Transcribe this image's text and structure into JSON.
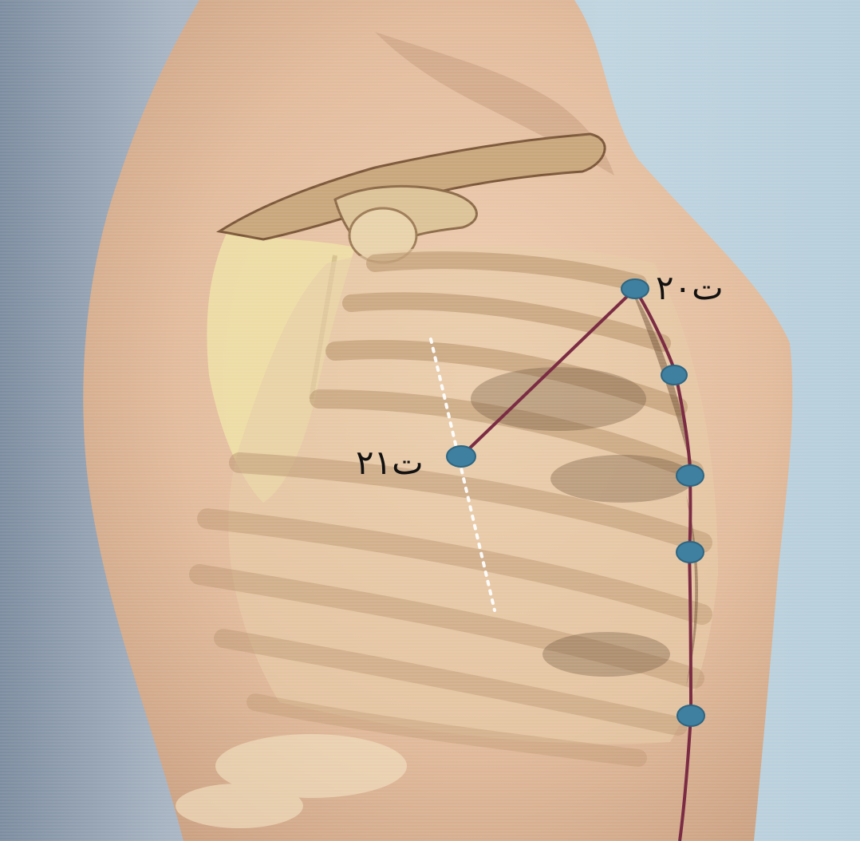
{
  "figure": {
    "subject": "acupuncture-points-lateral-chest",
    "labels": {
      "point_20": "ت۲۰",
      "point_21": "ت۲۱"
    },
    "colors": {
      "background_left": "#7d8da0",
      "background_right": "#bfd4df",
      "skin": "#e7c3a6",
      "skin_shadow": "#c99f80",
      "bone": "#ead9b2",
      "bone_shadow": "#8c6a48",
      "meridian_line": "#7b2c44",
      "point_marker": "#3f7f9f",
      "dotted_line": "#ffffff"
    }
  }
}
